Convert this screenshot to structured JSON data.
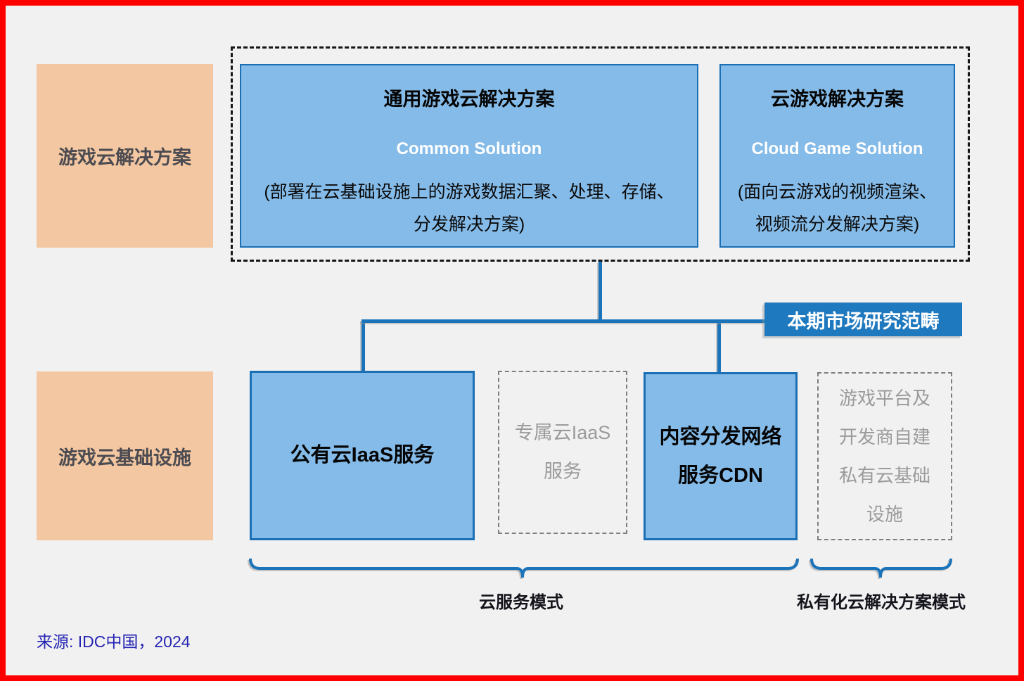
{
  "row_labels": {
    "solutions": "游戏云解决方案",
    "infrastructure": "游戏云基础设施"
  },
  "solution_boxes": {
    "common": {
      "title": "通用游戏云解决方案",
      "subtitle": "Common Solution",
      "desc_line1": "(部署在云基础设施上的游戏数据汇聚、处理、存储、",
      "desc_line2": "分发解决方案)"
    },
    "cloud_game": {
      "title": "云游戏解决方案",
      "subtitle": "Cloud Game Solution",
      "desc_line1": "(面向云游戏的视频渲染、",
      "desc_line2": "视频流分发解决方案)"
    }
  },
  "scope_label": "本期市场研究范畴",
  "infra_boxes": {
    "public_iaas": {
      "lines": [
        "公有云IaaS服务"
      ]
    },
    "dedicated_iaas": {
      "lines": [
        "专属云IaaS",
        "服务"
      ]
    },
    "cdn": {
      "lines": [
        "内容分发网络",
        "服务CDN"
      ]
    },
    "private_cloud": {
      "lines": [
        "游戏平台及",
        "开发商自建",
        "私有云基础",
        "设施"
      ]
    }
  },
  "mode_labels": {
    "cloud_service": "云服务模式",
    "private_cloud": "私有化云解决方案模式"
  },
  "source": "来源: IDC中国，2024",
  "colors": {
    "frame": "#FE0000",
    "background": "#F2F1F2",
    "box_fill": "#85BBE8",
    "box_border": "#1A6FB5",
    "connector": "#1B73B9",
    "scope_bg": "#1F79BE",
    "orange_fill": "#F3C7A1",
    "gray_text": "#9B9B9B",
    "source_text": "#2424B2"
  }
}
